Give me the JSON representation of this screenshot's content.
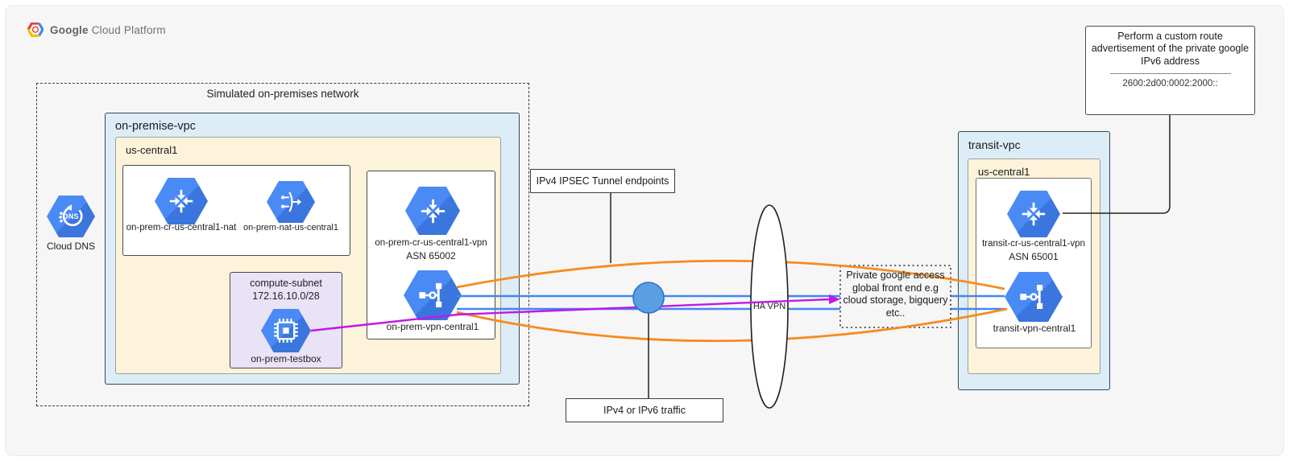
{
  "header": {
    "logo_bold": "Google",
    "logo_light": "Cloud Platform"
  },
  "onprem": {
    "container_title": "Simulated on-premises network",
    "vpc_label": "on-premise-vpc",
    "region_label": "us-central1",
    "dns_label": "Cloud DNS",
    "dns_icon_text": "DNS",
    "nat_router_label": "on-prem-cr-us-central1-nat",
    "nat_label": "on-prem-nat-us-central1",
    "subnet_name": "compute-subnet",
    "subnet_cidr": "172.16.10.0/28",
    "testbox_label": "on-prem-testbox",
    "vpn_router_label": "on-prem-cr-us-central1-vpn",
    "vpn_router_asn": "ASN 65002",
    "vpn_gateway_label": "on-prem-vpn-central1"
  },
  "middle": {
    "ipsec_label": "IPv4 IPSEC Tunnel endpoints",
    "traffic_label": "IPv4 or IPv6 traffic",
    "havpn_label": "HA VPN",
    "pga_text": "Private google access global front end e.g cloud storage, bigquery etc.."
  },
  "transit": {
    "vpc_label": "transit-vpc",
    "region_label": "us-central1",
    "router_label": "transit-cr-us-central1-vpn",
    "router_asn": "ASN 65001",
    "vpn_label": "transit-vpn-central1"
  },
  "callout": {
    "text": "Perform a custom route advertisement of the private google IPv6 address",
    "address": "2600:2d00:0002:2000::"
  },
  "colors": {
    "tunnel_orange": "#f68b1f",
    "traffic_blue": "#4285f4",
    "ipv6_purple": "#bf18ea",
    "node_blue": "#4285f4",
    "zone_blue_fill": "#dcedf8",
    "zone_cream_fill": "#fdf3da",
    "zone_purple_fill": "#eae2f7"
  }
}
